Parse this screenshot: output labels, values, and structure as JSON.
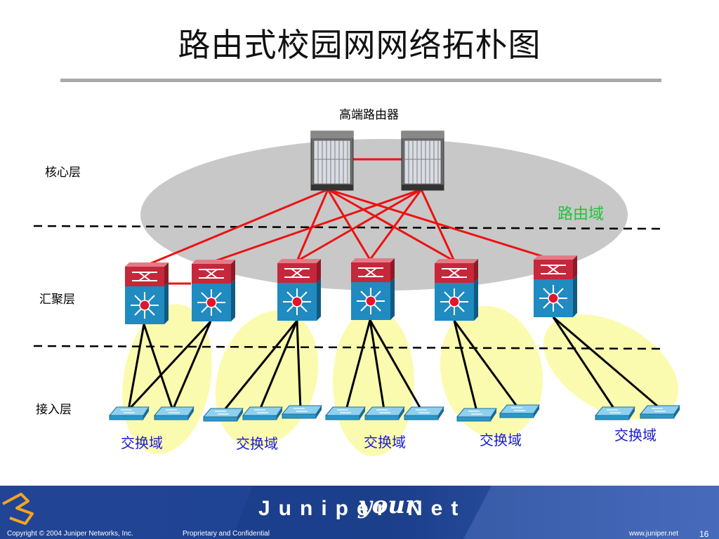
{
  "slide": {
    "title": "路由式校园网网络拓朴图",
    "router_label": "高端路由器",
    "routing_domain": "路由域",
    "layers": {
      "core": "核心层",
      "aggregation": "汇聚层",
      "access": "接入层"
    },
    "switch_domains": [
      "交换域",
      "交换域",
      "交换域",
      "交换域",
      "交换域"
    ],
    "page_number": "16"
  },
  "footer": {
    "copyright": "Copyright © 2004 Juniper Networks, Inc.",
    "confidential": "Proprietary and Confidential",
    "url": "www.juniper.net",
    "brand_left": "Juniper",
    "brand_tag": "your",
    "brand_right": "Net"
  },
  "colors": {
    "link_core": "#ee1111",
    "link_access": "#000000",
    "core_ellipse": "#c8c8c8",
    "access_ellipse": "#fbfbb0",
    "switch_top": "#c4283a",
    "switch_body": "#1f8bc0",
    "access_switch": "#2b96c9",
    "footer_blue": "#1b3f8b",
    "routing_domain_text": "#22c33a",
    "domain_text": "#1a1ad0"
  }
}
